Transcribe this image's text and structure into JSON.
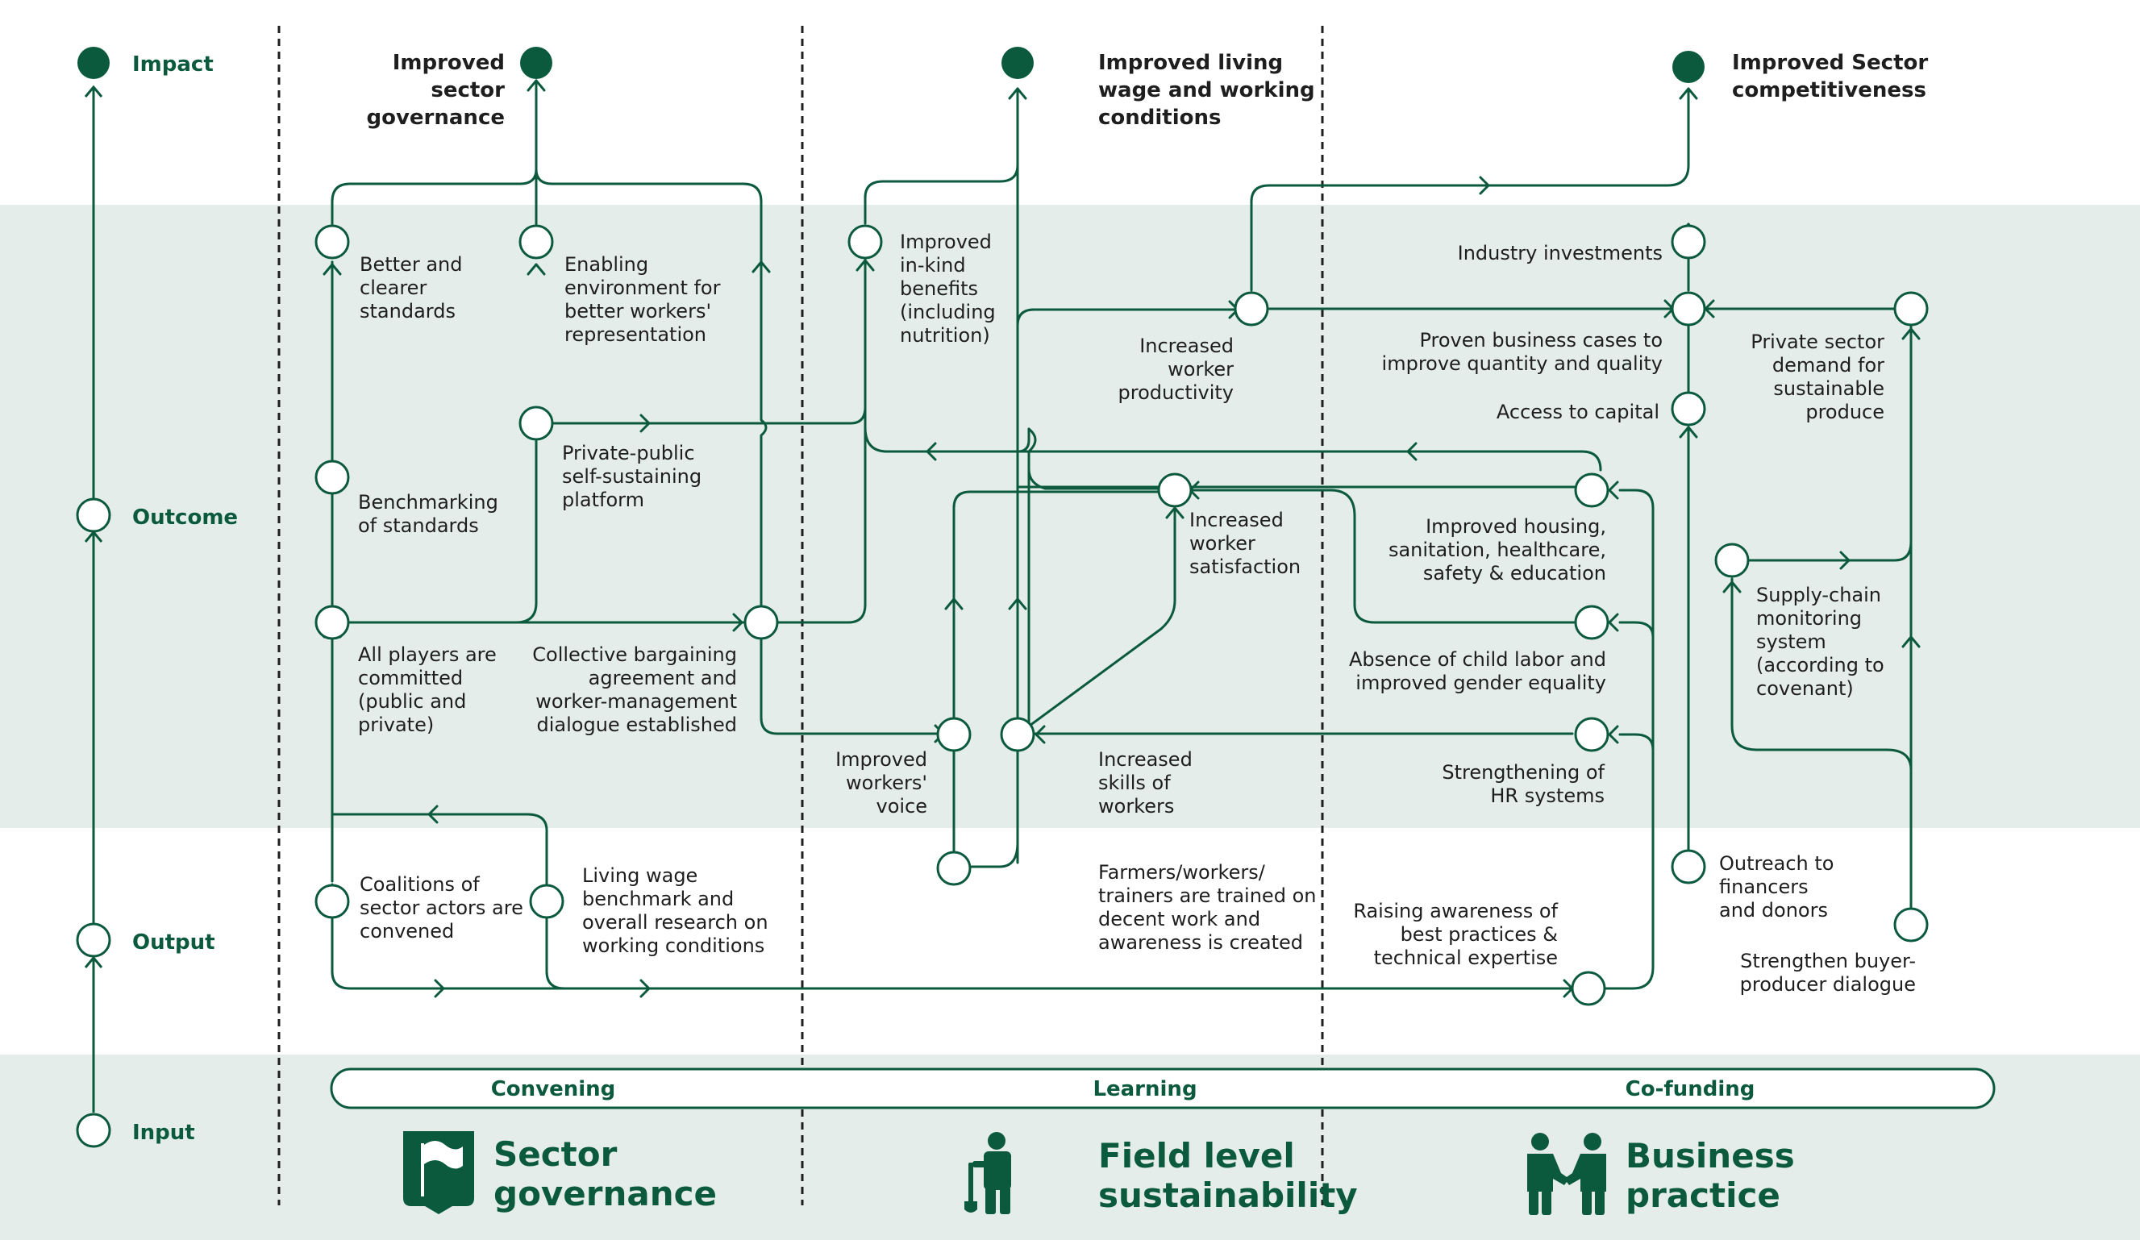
{
  "levels": {
    "impact": "Impact",
    "outcome": "Outcome",
    "output": "Output",
    "input": "Input"
  },
  "impacts": {
    "governance": [
      "Improved",
      "sector",
      "governance"
    ],
    "living_wage": [
      "Improved living",
      "wage and working",
      "conditions"
    ],
    "competitiveness": [
      "Improved Sector",
      "competitiveness"
    ]
  },
  "nodes": {
    "better_standards": [
      "Better and",
      "clearer",
      "standards"
    ],
    "enabling_environment": [
      "Enabling",
      "environment for",
      "better workers'",
      "representation"
    ],
    "in_kind_benefits": [
      "Improved",
      "in-kind",
      "benefits",
      "(including",
      "nutrition)"
    ],
    "industry_investments": [
      "Industry investments"
    ],
    "increased_productivity": [
      "Increased",
      "worker",
      "productivity"
    ],
    "proven_business_cases": [
      "Proven business cases to",
      "improve quantity and quality"
    ],
    "private_demand": [
      "Private sector",
      "demand for",
      "sustainable",
      "produce"
    ],
    "access_capital": [
      "Access to capital"
    ],
    "private_public_platform": [
      "Private-public",
      "self-sustaining",
      "platform"
    ],
    "benchmarking": [
      "Benchmarking",
      "of standards"
    ],
    "worker_satisfaction": [
      "Increased",
      "worker",
      "satisfaction"
    ],
    "improved_housing": [
      "Improved housing,",
      "sanitation, healthcare,",
      "safety & education"
    ],
    "supply_chain": [
      "Supply-chain",
      "monitoring",
      "system",
      "(according to",
      "covenant)"
    ],
    "all_players": [
      "All players are",
      "committed",
      "(public and",
      "private)"
    ],
    "collective_bargaining": [
      "Collective bargaining",
      "agreement and",
      "worker-management",
      "dialogue established"
    ],
    "child_labor": [
      "Absence of child labor and",
      "improved gender equality"
    ],
    "workers_voice": [
      "Improved",
      "workers'",
      "voice"
    ],
    "skills": [
      "Increased",
      "skills of",
      "workers"
    ],
    "hr_systems": [
      "Strengthening of",
      "HR systems"
    ],
    "coalitions": [
      "Coalitions of",
      "sector actors are",
      "convened"
    ],
    "living_wage_benchmark": [
      "Living wage",
      "benchmark and",
      "overall research on",
      "working conditions"
    ],
    "farmers_trained": [
      "Farmers/workers/",
      "trainers are trained on",
      "decent work and",
      "awareness is created"
    ],
    "raising_awareness": [
      "Raising awareness of",
      "best practices &",
      "technical expertise"
    ],
    "outreach": [
      "Outreach to",
      "financers",
      "and donors"
    ],
    "buyer_dialogue": [
      "Strengthen buyer-",
      "producer dialogue"
    ]
  },
  "input_bar": {
    "convening": "Convening",
    "learning": "Learning",
    "cofunding": "Co-funding"
  },
  "pillars": {
    "sector_governance": [
      "Sector",
      "governance"
    ],
    "field_level": [
      "Field level",
      "sustainability"
    ],
    "business_practice": [
      "Business",
      "practice"
    ]
  },
  "icons": {
    "sector_governance": "flag-shield-icon",
    "field_level": "worker-shovel-icon",
    "business_practice": "handshake-icon"
  },
  "colors": {
    "primary_green": "#0c5a3e",
    "band_green": "#e4ede9",
    "line": "#1e1e1e"
  }
}
